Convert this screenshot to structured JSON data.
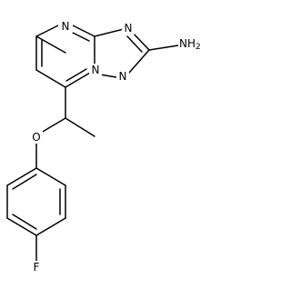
{
  "molecule": {
    "atom_labels": {
      "n_pyrimidine_top": "N",
      "n_triazole_top": "N",
      "n_triazole_bridge": "N",
      "n_triazole_bottom": "N",
      "amine": "NH",
      "amine_subscript": "2",
      "ether_oxygen": "O",
      "fluorine": "F"
    }
  }
}
